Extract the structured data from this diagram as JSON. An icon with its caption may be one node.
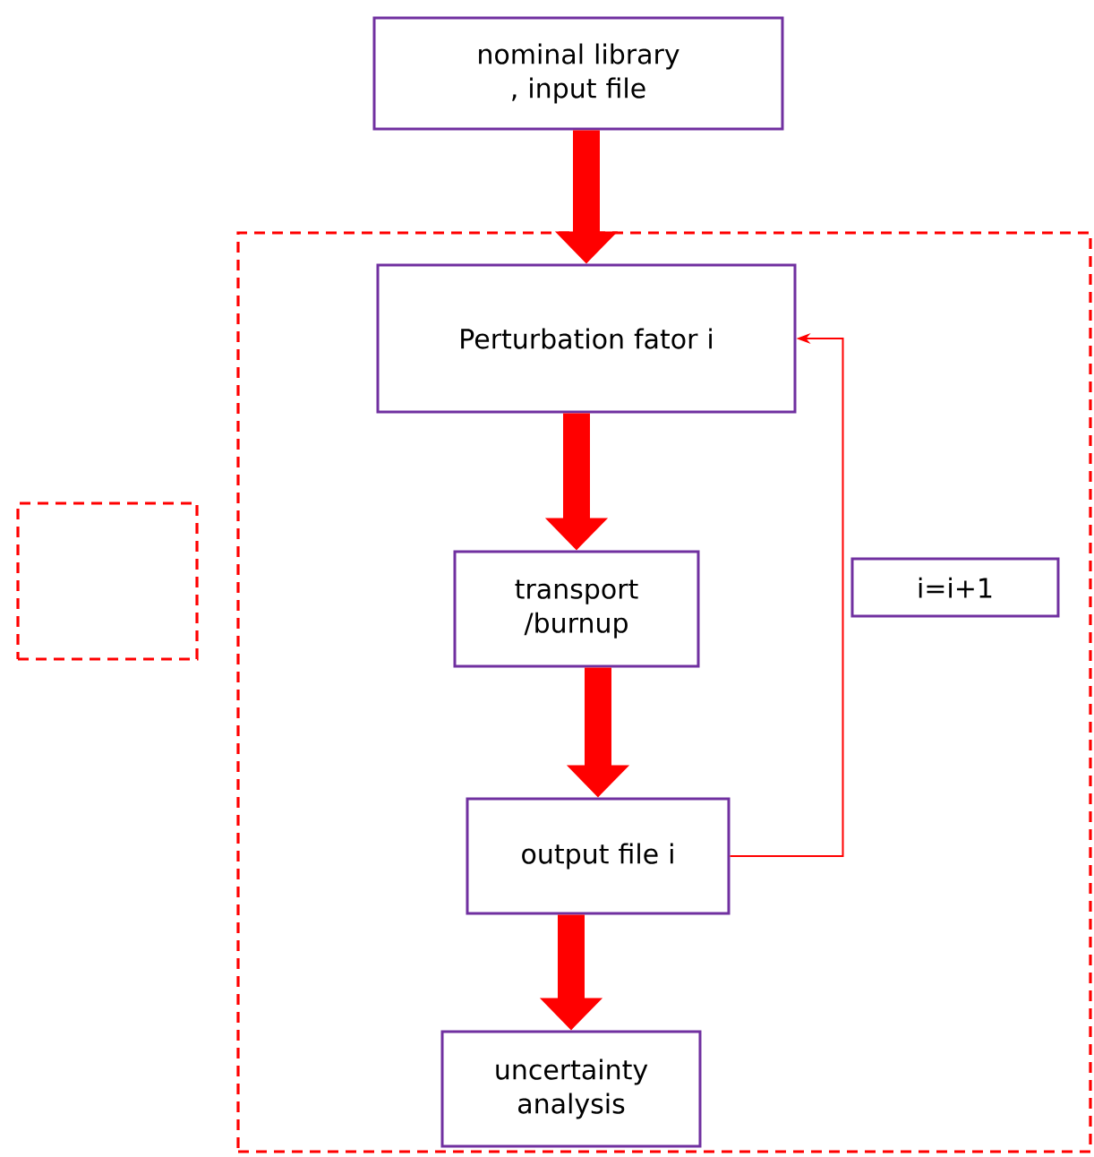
{
  "diagram": {
    "nodes": [
      {
        "text": [
          "nominal library , input file"
        ]
      },
      {
        "text": [],
        "shape": "box"
      },
      {
        "text": [
          "Perturbation fator i"
        ],
        "in": 1
      },
      {
        "text": [
          "transport /burnup"
        ],
        "in": 1
      },
      {
        "text": [
          "output file i"
        ],
        "in": 1
      },
      {
        "text": [
          "uncertainty analysis"
        ],
        "in": 1
      },
      {
        "text": [
          "i=i+1"
        ],
        "in": 1
      },
      {
        "text": [],
        "shape": "box"
      }
    ],
    "edges": [
      {
        "from": 0,
        "to": 2,
        "arrow": "to"
      },
      {
        "from": 2,
        "to": 3,
        "arrow": "to"
      },
      {
        "from": 3,
        "to": 4,
        "arrow": "to"
      },
      {
        "from": 4,
        "to": 5,
        "arrow": "to"
      },
      {
        "from": 4,
        "to": 2,
        "arrow": "to"
      }
    ]
  }
}
